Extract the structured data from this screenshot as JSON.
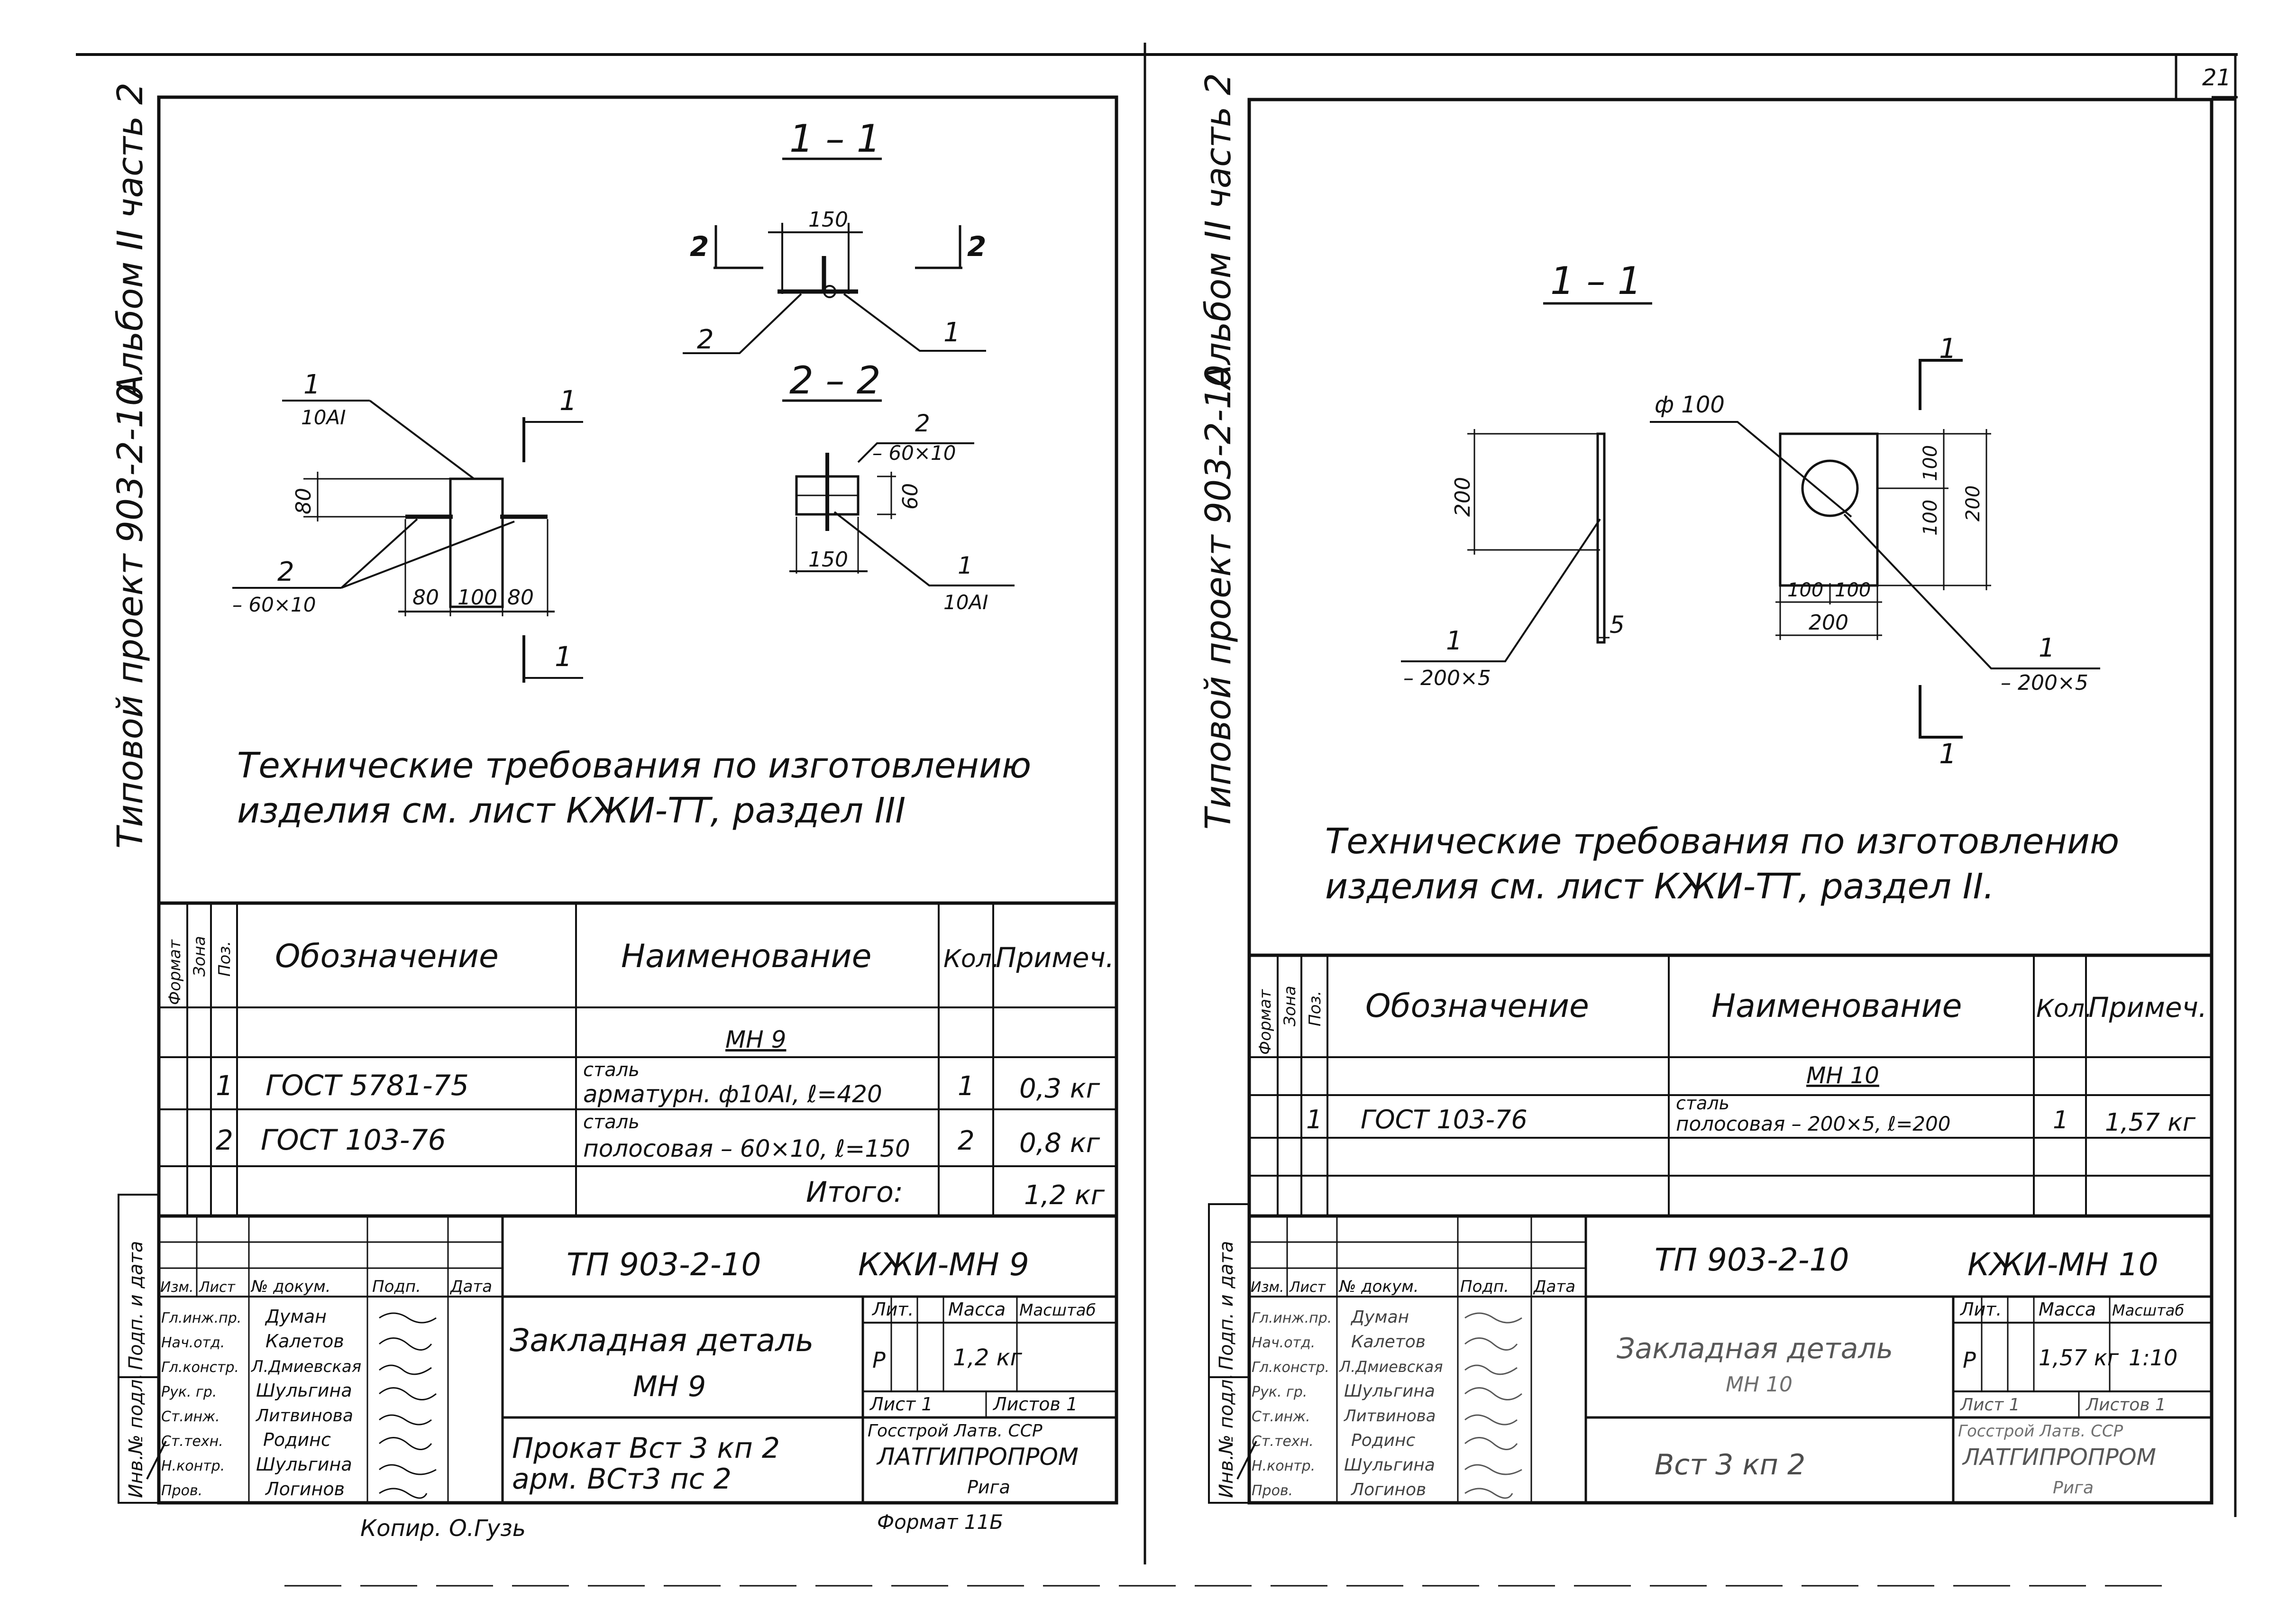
{
  "page_number": "21",
  "left": {
    "album": "Альбом II часть 2",
    "project": "Типовой проект 903-2-10",
    "section_top": "1 – 1",
    "section_22": "2 – 2",
    "cut_mark_left": "2",
    "cut_mark_right": "2",
    "dim_150_top": "150",
    "pos_1_top": "1",
    "pos_2_top": "2",
    "pos_2_side": "2",
    "pos_2_side_size": "– 60×10",
    "pos_1_side": "1",
    "pos_1_side_spec": "10AI",
    "dim_60": "60",
    "dim_150_side": "150",
    "pos_1_bottom": "1",
    "pos_1_bottom_spec": "10AI",
    "main_pos1": "1",
    "main_pos1_spec": "10AI",
    "main_pos2": "2",
    "main_pos2_size": "– 60×10",
    "dim_80_left": "80",
    "dim_80": "80",
    "dim_100": "100",
    "dim_80_b": "80",
    "section_arrow_1a": "1",
    "section_arrow_1b": "1",
    "tech_line1": "Технические требования по изготовлению",
    "tech_line2": "изделия см. лист КЖИ-ТТ, раздел III",
    "spec_vert_headers": [
      "Формат",
      "Зона",
      "Поз."
    ],
    "spec_headers": [
      "Обозначение",
      "Наименование",
      "Кол.",
      "Примеч."
    ],
    "spec_group": "МН 9",
    "rows": [
      {
        "pos": "1",
        "doc": "ГОСТ 5781-75",
        "name_top": "сталь",
        "name": "арматурн. ф10АI, ℓ=420",
        "qty": "1",
        "note": "0,3 кг"
      },
      {
        "pos": "2",
        "doc": "ГОСТ 103-76",
        "name_top": "сталь",
        "name": "полосовая – 60×10, ℓ=150",
        "qty": "2",
        "note": "0,8 кг"
      }
    ],
    "total_label": "Итого:",
    "total_value": "1,2 кг",
    "tb_code": "ТП 903-2-10",
    "tb_mark": "КЖИ-МН 9",
    "tb_title1": "Закладная деталь",
    "tb_title2": "МН 9",
    "tb_mat1": "Прокат Вст 3 кп 2",
    "tb_mat2": "арм. ВСт3 пс 2",
    "tb_hdr": [
      "Изм.",
      "Лист",
      "№ докум.",
      "Подп.",
      "Дата"
    ],
    "tb_people": [
      {
        "role": "Гл.инж.пр.",
        "name": "Думан"
      },
      {
        "role": "Нач.отд.",
        "name": "Калетов"
      },
      {
        "role": "Гл.констр.",
        "name": "Л.Дмиевская"
      },
      {
        "role": "Рук. гр.",
        "name": "Шульгина"
      },
      {
        "role": "Ст.инж.",
        "name": "Литвинова"
      },
      {
        "role": "Ст.техн.",
        "name": "Родинс"
      },
      {
        "role": "Н.контр.",
        "name": "Шульгина"
      },
      {
        "role": "Пров.",
        "name": "Логинов"
      }
    ],
    "tb_lit_h": "Лит.",
    "tb_mass_h": "Масса",
    "tb_scale_h": "Масштаб",
    "tb_lit": "Р",
    "tb_mass": "1,2 кг",
    "tb_sheet": "Лист 1",
    "tb_sheets": "Листов 1",
    "tb_org1": "Госстрой Латв. ССР",
    "tb_org2": "ЛАТГИПРОПРОМ",
    "tb_org3": "Рига",
    "side_labels": [
      "Инв.№ подл.",
      "Подп. и дата"
    ],
    "copied": "Копир. О.Гузь",
    "format": "Формат 11Б"
  },
  "right": {
    "album": "Альбом II часть 2",
    "project": "Типовой проект 903-2-10",
    "section": "1 – 1",
    "dim_200_v": "200",
    "thickness": "5",
    "pos1_a": "1",
    "pos1_a_size": "– 200×5",
    "hole": "ф 100",
    "dim_100a": "100",
    "dim_100b": "100",
    "dim_200_r": "200",
    "dim_100c": "100",
    "dim_100d": "100",
    "dim_200_b": "200",
    "pos1_b": "1",
    "pos1_b_size": "– 200×5",
    "arrow_top": "1",
    "arrow_bottom": "1",
    "tech_line1": "Технические требования по изготовлению",
    "tech_line2": "изделия см. лист КЖИ-ТТ, раздел II.",
    "spec_vert_headers": [
      "Формат",
      "Зона",
      "Поз."
    ],
    "spec_headers": [
      "Обозначение",
      "Наименование",
      "Кол.",
      "Примеч."
    ],
    "spec_group": "МН 10",
    "rows": [
      {
        "pos": "1",
        "doc": "ГОСТ 103-76",
        "name_top": "сталь",
        "name": "полосовая – 200×5, ℓ=200",
        "qty": "1",
        "note": "1,57 кг"
      }
    ],
    "tb_code": "ТП 903-2-10",
    "tb_mark": "КЖИ-МН 10",
    "tb_title1": "Закладная деталь",
    "tb_title2": "МН 10",
    "tb_mat1": "Вст 3 кп 2",
    "tb_hdr": [
      "Изм.",
      "Лист",
      "№ докум.",
      "Подп.",
      "Дата"
    ],
    "tb_people": [
      {
        "role": "Гл.инж.пр.",
        "name": "Думан"
      },
      {
        "role": "Нач.отд.",
        "name": "Калетов"
      },
      {
        "role": "Гл.констр.",
        "name": "Л.Дмиевская"
      },
      {
        "role": "Рук. гр.",
        "name": "Шульгина"
      },
      {
        "role": "Ст.инж.",
        "name": "Литвинова"
      },
      {
        "role": "Ст.техн.",
        "name": "Родинс"
      },
      {
        "role": "Н.контр.",
        "name": "Шульгина"
      },
      {
        "role": "Пров.",
        "name": "Логинов"
      }
    ],
    "tb_lit_h": "Лит.",
    "tb_mass_h": "Масса",
    "tb_scale_h": "Масштаб",
    "tb_lit": "Р",
    "tb_mass": "1,57 кг",
    "tb_scale": "1:10",
    "tb_sheet": "Лист 1",
    "tb_sheets": "Листов 1",
    "tb_org1": "Госстрой Латв. ССР",
    "tb_org2": "ЛАТГИПРОПРОМ",
    "tb_org3": "Рига",
    "side_labels": [
      "Инв.№ подл.",
      "Подп. и дата"
    ]
  }
}
